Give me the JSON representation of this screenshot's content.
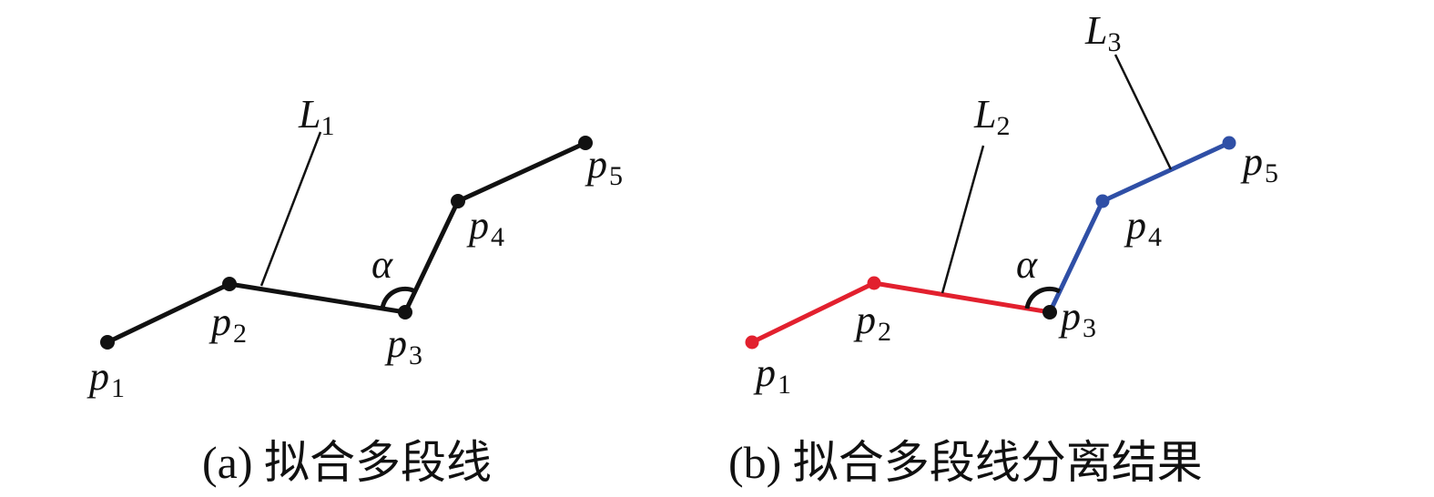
{
  "colors": {
    "black": "#111111",
    "red": "#e2202e",
    "blue": "#2f4fa6"
  },
  "panel_a": {
    "caption": "(a) 拟合多段线",
    "points": [
      {
        "name": "p",
        "sub": "1"
      },
      {
        "name": "p",
        "sub": "2"
      },
      {
        "name": "p",
        "sub": "3"
      },
      {
        "name": "p",
        "sub": "4"
      },
      {
        "name": "p",
        "sub": "5"
      }
    ],
    "line_label": {
      "name": "L",
      "sub": "1"
    },
    "angle_label": "α"
  },
  "panel_b": {
    "caption": "(b) 拟合多段线分离结果",
    "points": [
      {
        "name": "p",
        "sub": "1"
      },
      {
        "name": "p",
        "sub": "2"
      },
      {
        "name": "p",
        "sub": "3"
      },
      {
        "name": "p",
        "sub": "4"
      },
      {
        "name": "p",
        "sub": "5"
      }
    ],
    "line_labels": [
      {
        "name": "L",
        "sub": "2"
      },
      {
        "name": "L",
        "sub": "3"
      }
    ],
    "angle_label": "α"
  }
}
